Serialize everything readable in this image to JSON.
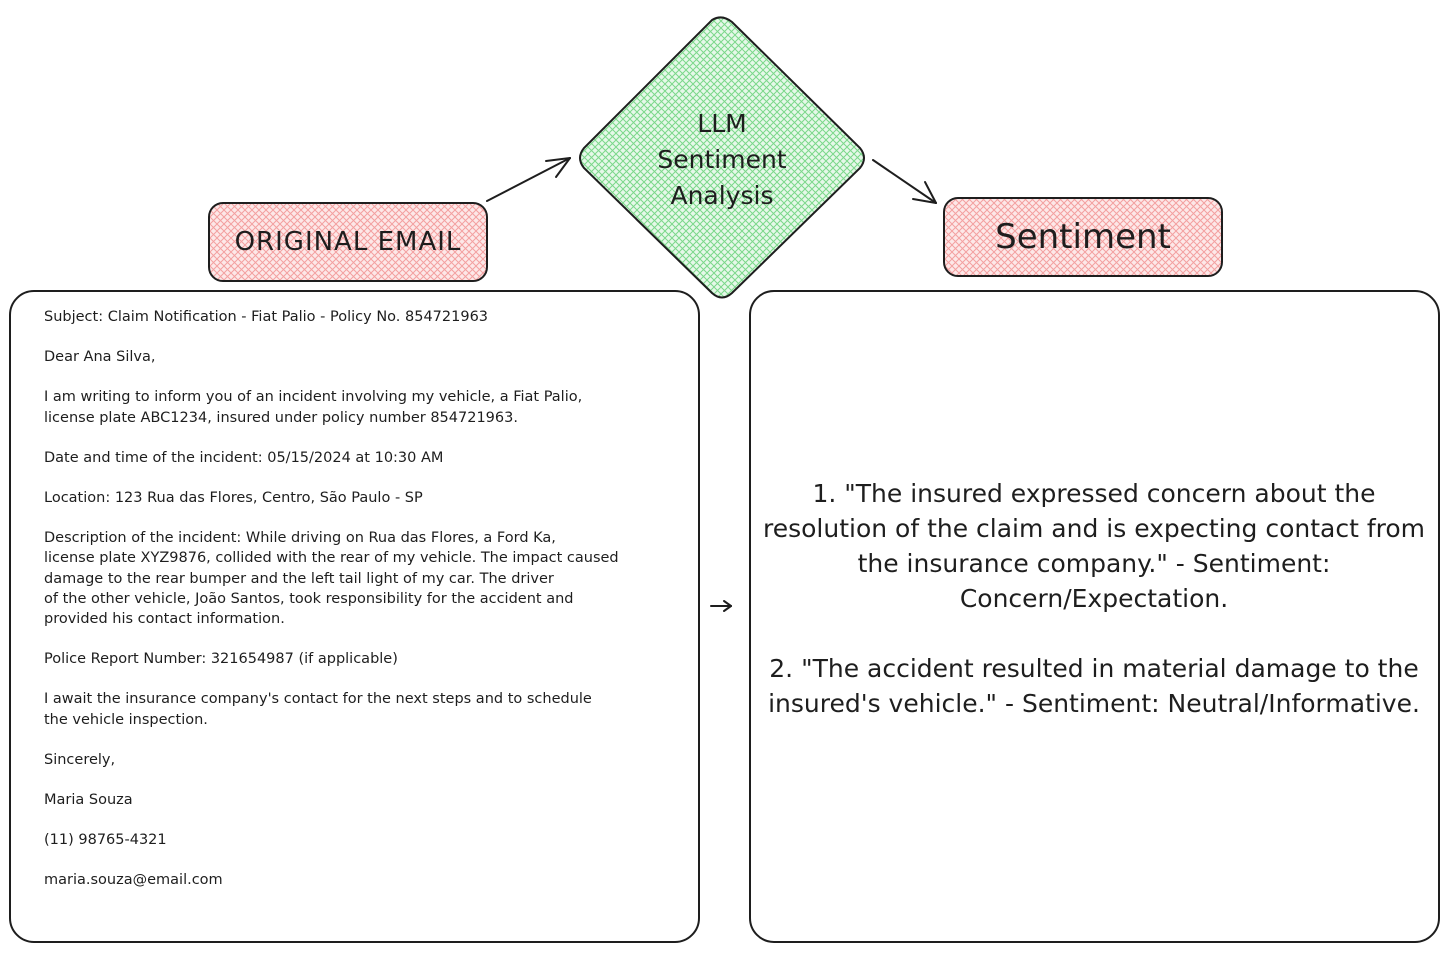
{
  "labels": {
    "original_email": "ORIGINAL EMAIL",
    "llm": [
      "LLM",
      "Sentiment",
      "Analysis"
    ],
    "sentiment": "Sentiment"
  },
  "email": {
    "subject": "Subject: Claim Notification - Fiat Palio - Policy No. 854721963",
    "greeting": "Dear Ana Silva,",
    "intro": "I am writing to inform you of an incident involving my vehicle, a Fiat Palio,\nlicense plate ABC1234, insured under policy number 854721963.",
    "datetime": "Date and time of the incident: 05/15/2024 at 10:30 AM",
    "location": "Location: 123 Rua das Flores, Centro, São Paulo - SP",
    "description": "Description of the incident: While driving on Rua das Flores, a Ford Ka,\nlicense plate XYZ9876, collided with the rear of my vehicle. The impact caused\ndamage to the rear bumper and the left tail light of my car. The driver\nof the other vehicle, João Santos, took responsibility for the accident and\n provided his contact information.",
    "police": "Police Report Number: 321654987 (if applicable)",
    "await": "I await the insurance company's contact for the next steps and to schedule\nthe vehicle inspection.",
    "closing": "Sincerely,",
    "name": "Maria Souza",
    "phone": "(11) 98765-4321",
    "email": "maria.souza@email.com"
  },
  "sentiments": [
    "1. \"The insured expressed concern about the resolution of the claim and is expecting contact from the insurance company.\" - Sentiment: Concern/Expectation.",
    "2. \"The accident resulted in material damage to the insured's vehicle.\" - Sentiment: Neutral/Informative."
  ],
  "colors": {
    "label_fill": "#ffc9c9",
    "label_hatch": "#f4a0a0",
    "diamond_fill": "#b2f2bb",
    "diamond_hatch": "#7bd88a",
    "stroke": "#1e1e1e"
  }
}
